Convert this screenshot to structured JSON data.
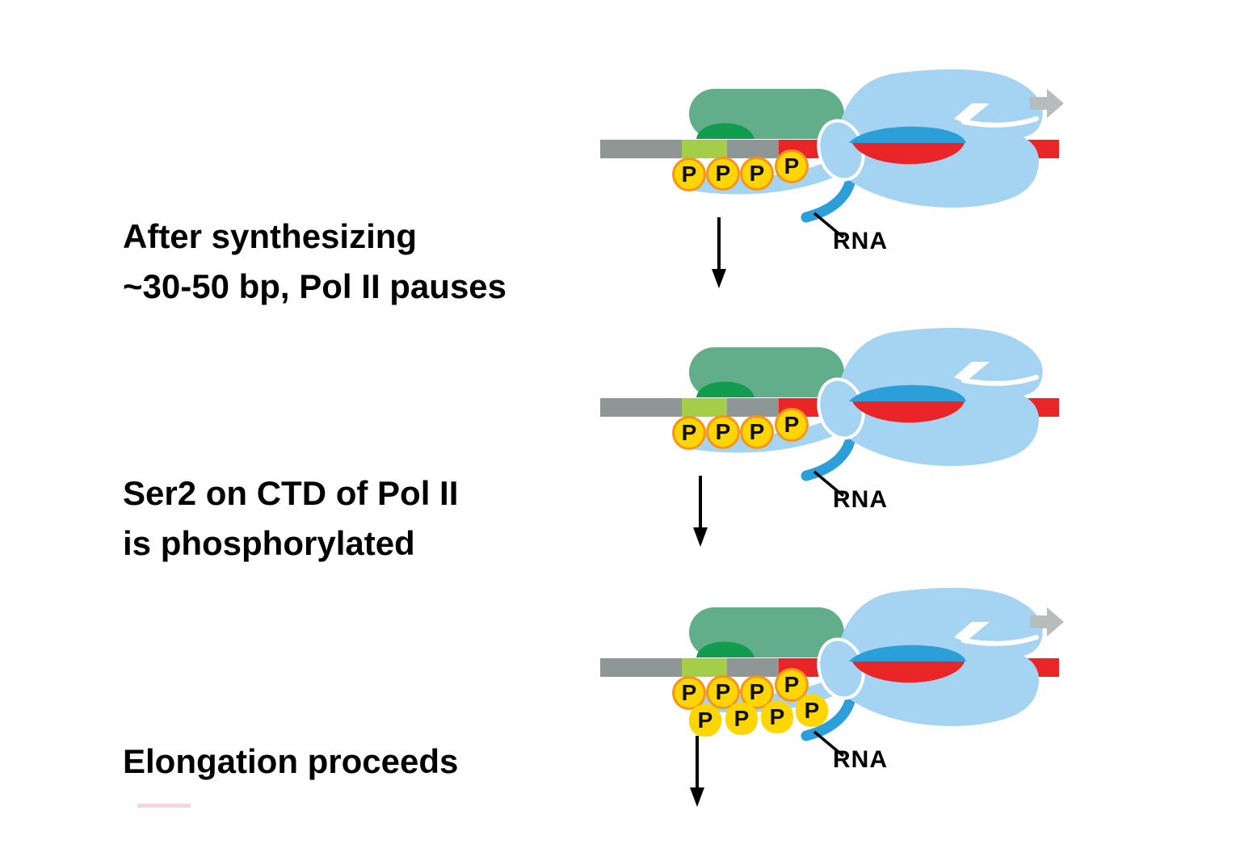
{
  "colors": {
    "dna_gray": "#8F9696",
    "dna_green": "#A5CE48",
    "dna_red": "#E92528",
    "capsule_green": "#63AE8A",
    "capsule_dark_green": "#129C4E",
    "polymerase_blue": "#A5D4F2",
    "rna_blue": "#2C9FD8",
    "phosphate_yellow": "#FFD503",
    "phosphate_ring_orange": "#F7941E",
    "direction_arrow_gray": "#B6BDBB",
    "text_black": "#000000"
  },
  "stages": [
    {
      "caption_lines": [
        "After synthesizing",
        "~30-50 bp, Pol II pauses"
      ],
      "rna_label": "RNA",
      "phosphates_top": [
        "P",
        "P",
        "P",
        "P"
      ],
      "phosphates_bottom": [],
      "shows_direction_arrow": true
    },
    {
      "caption_lines": [
        "Ser2 on CTD of Pol II",
        "is phosphorylated"
      ],
      "rna_label": "RNA",
      "phosphates_top": [
        "P",
        "P",
        "P",
        "P"
      ],
      "phosphates_bottom": [],
      "shows_direction_arrow": false
    },
    {
      "caption_lines": [
        "Elongation proceeds"
      ],
      "rna_label": "RNA",
      "phosphates_top": [
        "P",
        "P",
        "P",
        "P"
      ],
      "phosphates_bottom": [
        "P",
        "P",
        "P",
        "P"
      ],
      "shows_direction_arrow": true
    }
  ]
}
